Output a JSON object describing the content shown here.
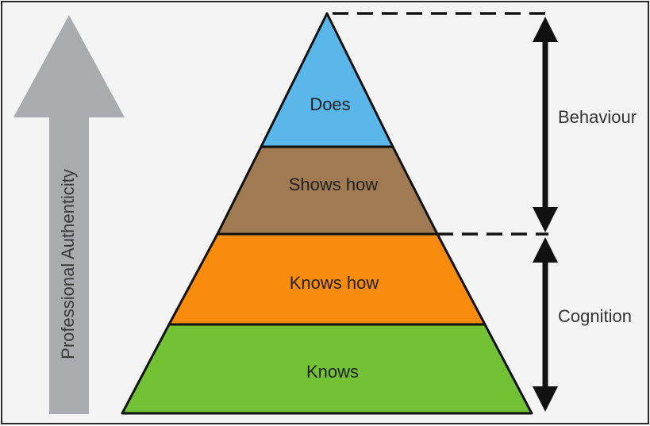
{
  "axis": {
    "label": "Professional Authenticity",
    "arrow_color": "#a9abae"
  },
  "pyramid": {
    "tiers": [
      {
        "label": "Does",
        "color": "#5bb7ea"
      },
      {
        "label": "Shows how",
        "color": "#a07a52"
      },
      {
        "label": "Knows how",
        "color": "#f98b0d"
      },
      {
        "label": "Knows",
        "color": "#73c236"
      }
    ]
  },
  "brackets": {
    "behaviour": "Behaviour",
    "cognition": "Cognition"
  }
}
